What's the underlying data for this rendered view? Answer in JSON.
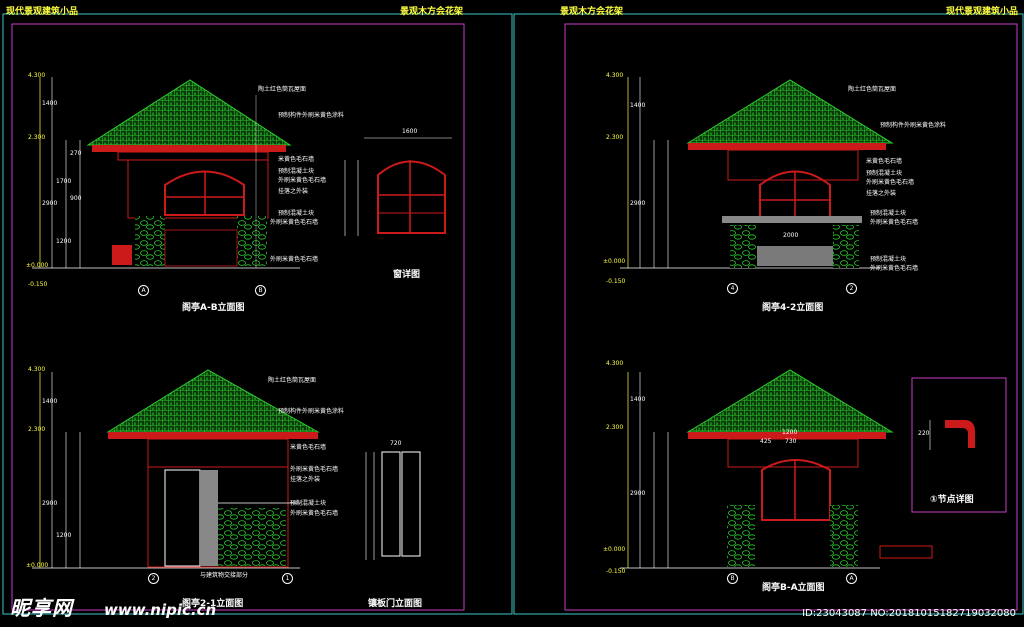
{
  "headers": {
    "left_sheet_left": "现代景观建筑小品",
    "left_sheet_right": "景观木方会花架",
    "right_sheet_left": "景观木方会花架",
    "right_sheet_right": "现代景观建筑小品"
  },
  "captions": {
    "pavilion_a_b": "阁亭A-B立面图",
    "window_detail": "窗详图",
    "pavilion_2_1": "阁亭2-1立面图",
    "wood_door": "镶板门立面图",
    "pavilion_4_2": "阁亭4-2立面图",
    "pavilion_b_a": "阁亭B-A立面图",
    "node_detail": "①节点详图"
  },
  "annotations": {
    "roof_tile": "陶土红色筒瓦屋面",
    "precast_paint": "预制构件外刷米黄色涂料",
    "beige_stone": "米黄色毛石墙",
    "precast_concrete": "预制混凝土块",
    "exterior_paint": "外刷米黄色毛石墙",
    "lattice": "挂落之外装",
    "base_stone": "外刷米黄色毛石墙",
    "precast_block": "预制混凝土块",
    "stone_wall": "外刷米黄色毛石墙",
    "nonload": "与建筑物交接部分"
  },
  "dimensions": {
    "elev_top": "4.300",
    "elev_eave": "2.300",
    "elev_zero": "±0.000",
    "elev_base": "-0.150",
    "h1400": "1400",
    "h2900": "2900",
    "h1700": "1700",
    "h1200": "1200",
    "h900": "900",
    "h270": "270",
    "h220": "220",
    "w2000": "2000",
    "w1600": "1600",
    "w720": "720",
    "w425": "425",
    "w730": "730",
    "w1200": "1200"
  },
  "axes": {
    "a": "A",
    "b": "B",
    "one": "1",
    "two": "2",
    "four": "4"
  },
  "watermark": {
    "brand": "昵享网",
    "url": "www.nipic.cn"
  },
  "id_tag": "ID:23043087 NO:20181015182719032080",
  "colors": {
    "roof": "#2ecc2e",
    "wall": "#cc1a1a",
    "line": "#ffffff",
    "magenta": "#c83cc8",
    "cyan": "#3cc8c8",
    "yellow": "#ffff40"
  }
}
